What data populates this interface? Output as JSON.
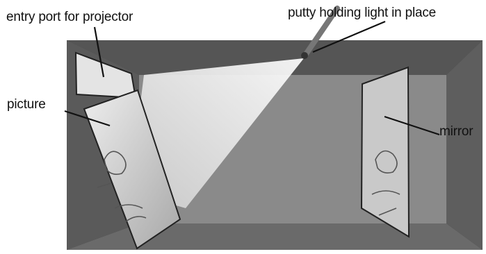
{
  "labels": {
    "entry_port": "entry port for projector",
    "putty": "putty holding light in place",
    "picture": "picture",
    "mirror": "mirror"
  },
  "colors": {
    "background": "#ffffff",
    "box_outer": "#3a3a3a",
    "wall_back": "#8a8a8a",
    "wall_side": "#5e5e5e",
    "light_beam": "#e6e6e6",
    "text": "#111111"
  }
}
